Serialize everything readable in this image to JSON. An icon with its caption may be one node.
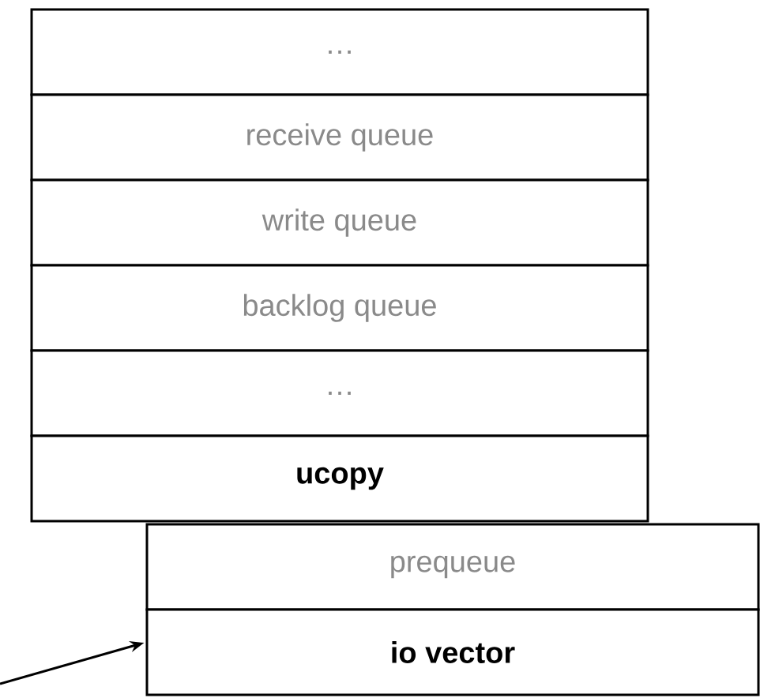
{
  "diagram": {
    "nodes": [
      {
        "text": [
          "…"
        ]
      },
      {
        "text": [
          "receive queue"
        ]
      },
      {
        "text": [
          "write queue"
        ]
      },
      {
        "text": [
          "backlog queue"
        ]
      },
      {
        "text": [
          "…"
        ]
      },
      {
        "text": [
          "ucopy"
        ]
      },
      {
        "text": [
          "prequeue"
        ]
      },
      {
        "text": [
          "io vector"
        ]
      }
    ],
    "edges": [
      {
        "from": null,
        "to": 7,
        "arrow": "to"
      }
    ]
  }
}
